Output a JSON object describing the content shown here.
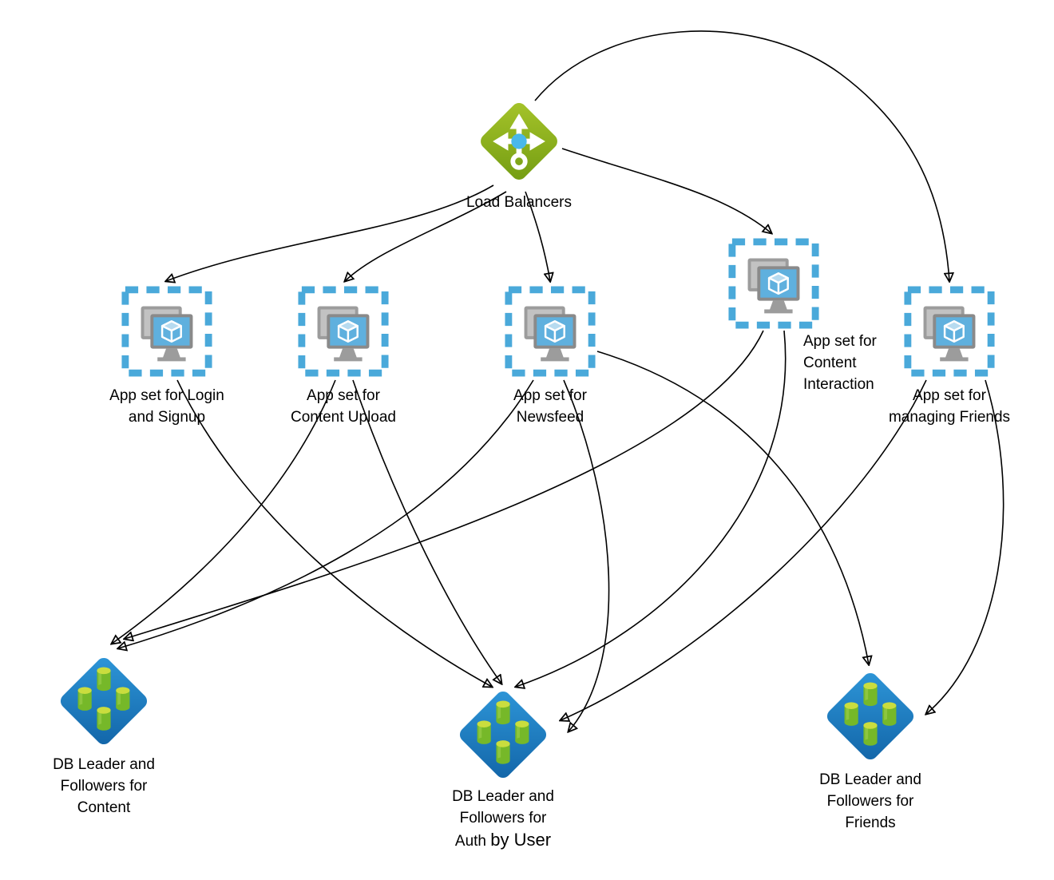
{
  "diagram": {
    "nodes": {
      "load_balancer": {
        "icon": "load-balancer-icon",
        "lines": [
          "Load Balancers"
        ]
      },
      "app_login": {
        "icon": "vm-scale-set-icon",
        "lines": [
          "App set for Login",
          "and Signup"
        ]
      },
      "app_upload": {
        "icon": "vm-scale-set-icon",
        "lines": [
          "App set for",
          "Content Upload"
        ]
      },
      "app_newsfeed": {
        "icon": "vm-scale-set-icon",
        "lines": [
          "App set for",
          "Newsfeed"
        ]
      },
      "app_interaction": {
        "icon": "vm-scale-set-icon",
        "lines": [
          "App set for",
          "Content",
          "Interaction"
        ]
      },
      "app_friends": {
        "icon": "vm-scale-set-icon",
        "lines": [
          "App set for",
          "managing Friends"
        ]
      },
      "db_content": {
        "icon": "database-cluster-icon",
        "lines": [
          "DB Leader and",
          "Followers for",
          "Content"
        ]
      },
      "db_auth": {
        "icon": "database-cluster-icon",
        "lines": [
          "DB Leader and",
          "Followers for"
        ],
        "line3_normal": "Auth ",
        "line3_large": "by User"
      },
      "db_friends": {
        "icon": "database-cluster-icon",
        "lines": [
          "DB Leader and",
          "Followers for",
          "Friends"
        ]
      }
    },
    "edges": [
      {
        "from": "load_balancer",
        "to": "app_login"
      },
      {
        "from": "load_balancer",
        "to": "app_upload"
      },
      {
        "from": "load_balancer",
        "to": "app_newsfeed"
      },
      {
        "from": "load_balancer",
        "to": "app_interaction"
      },
      {
        "from": "load_balancer",
        "to": "app_friends"
      },
      {
        "from": "app_login",
        "to": "db_auth"
      },
      {
        "from": "app_upload",
        "to": "db_content"
      },
      {
        "from": "app_upload",
        "to": "db_auth"
      },
      {
        "from": "app_newsfeed",
        "to": "db_content"
      },
      {
        "from": "app_newsfeed",
        "to": "db_auth"
      },
      {
        "from": "app_newsfeed",
        "to": "db_friends"
      },
      {
        "from": "app_interaction",
        "to": "db_content"
      },
      {
        "from": "app_interaction",
        "to": "db_auth"
      },
      {
        "from": "app_friends",
        "to": "db_friends"
      },
      {
        "from": "app_friends",
        "to": "db_auth"
      }
    ],
    "colors": {
      "edge": "#000000",
      "lb_green_light": "#a6c42a",
      "lb_green_dark": "#739c12",
      "lb_center_blue": "#49b8ea",
      "vm_border_blue": "#4aa9da",
      "vm_screen_blue": "#5fb0de",
      "db_blue_light": "#2e96d8",
      "db_blue_dark": "#1265a8",
      "cylinder_green": "#76b829",
      "cylinder_top_green": "#cadd3e"
    }
  }
}
